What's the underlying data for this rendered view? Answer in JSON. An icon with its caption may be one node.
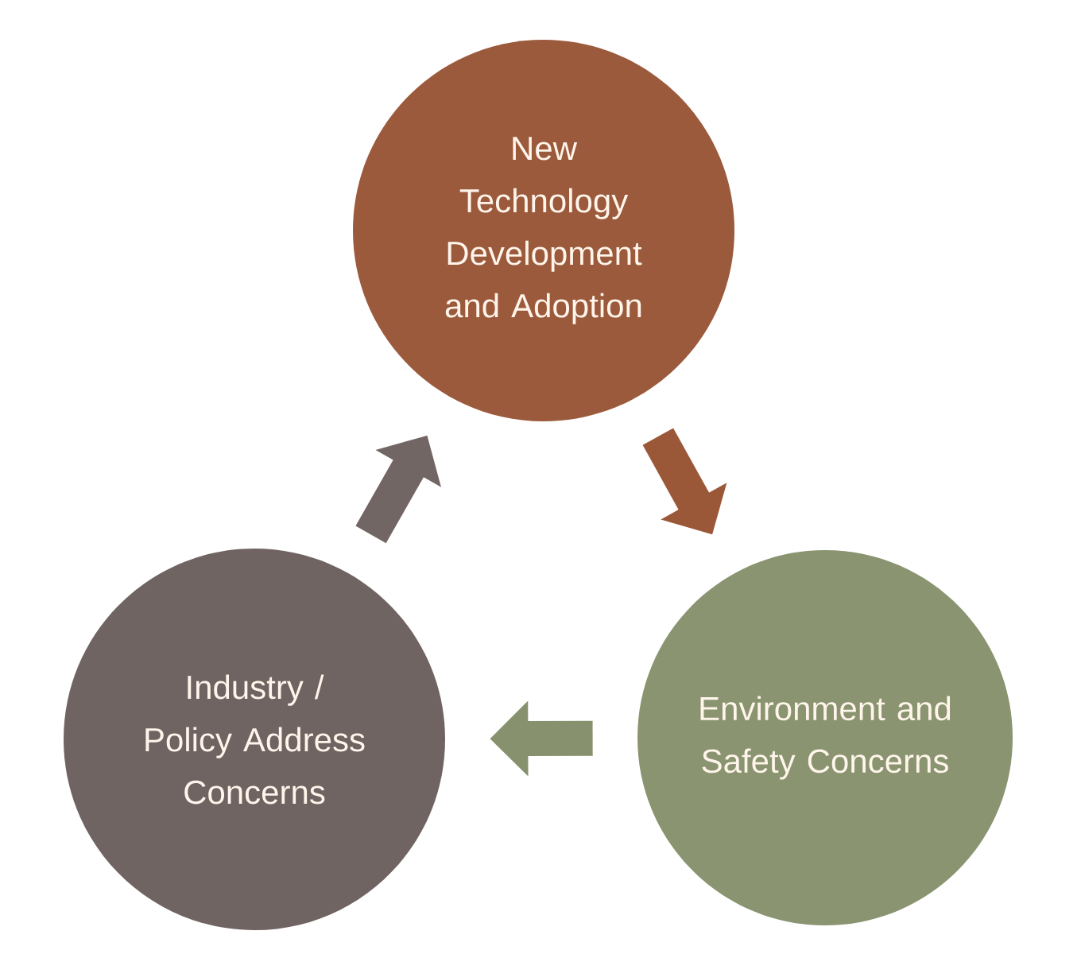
{
  "diagram": {
    "nodes": [
      {
        "text": [
          "New Technology Development and Adoption"
        ]
      },
      {
        "text": [
          "Environment and Safety Concerns"
        ]
      },
      {
        "text": [
          "Industry / Policy Address Concerns"
        ]
      }
    ],
    "edges": [
      {
        "from": 0,
        "to": 1,
        "arrow": "to",
        "color": "#9a5838"
      },
      {
        "from": 1,
        "to": 2,
        "arrow": "to",
        "color": "#87916d"
      },
      {
        "from": 2,
        "to": 0,
        "arrow": "to",
        "color": "#726664"
      }
    ]
  }
}
